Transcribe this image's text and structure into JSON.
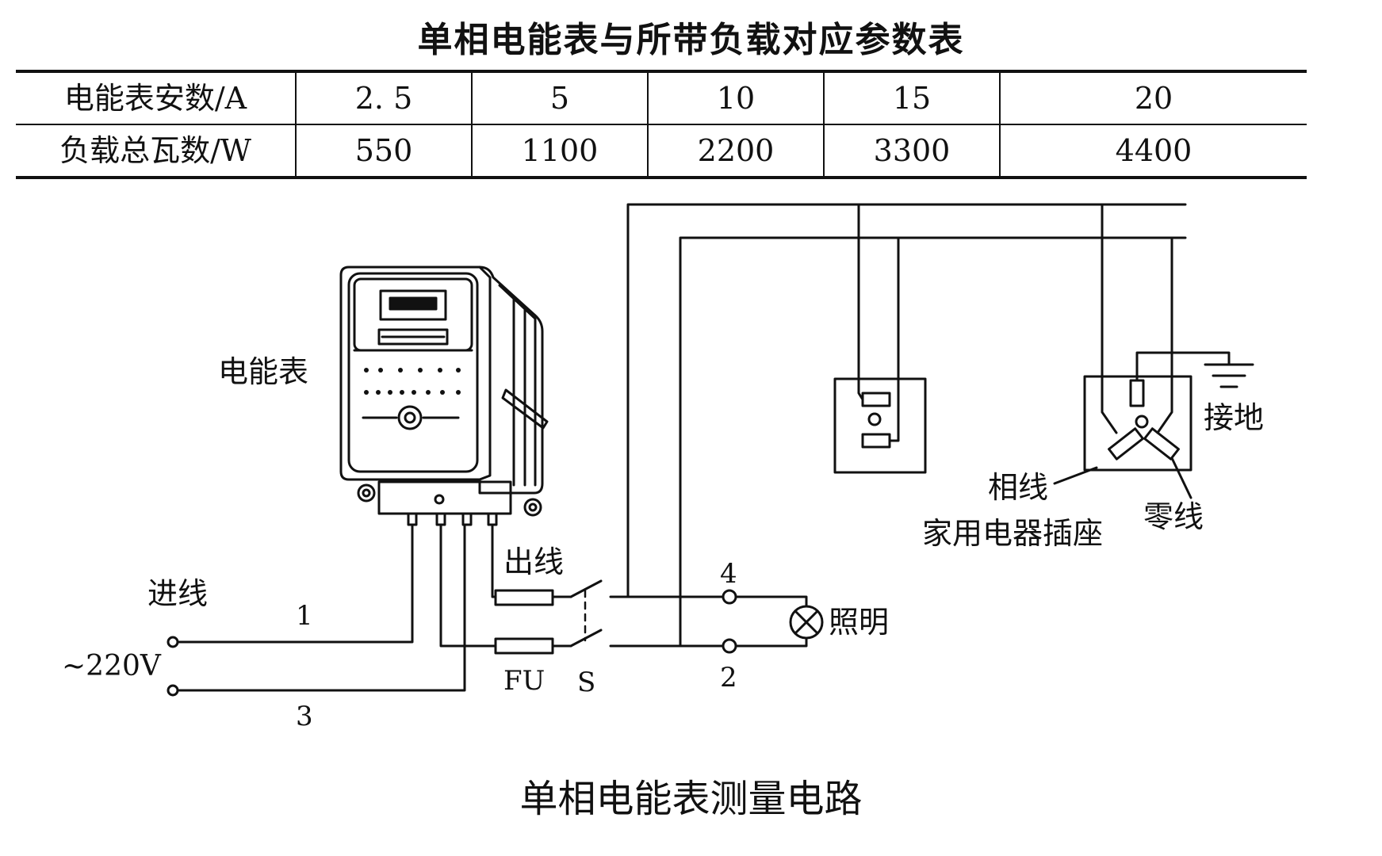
{
  "title": "单相电能表与所带负载对应参数表",
  "table": {
    "rows": [
      {
        "header": "电能表安数/A",
        "values": [
          "2. 5",
          "5",
          "10",
          "15",
          "20"
        ]
      },
      {
        "header": "负载总瓦数/W",
        "values": [
          "550",
          "1100",
          "2200",
          "3300",
          "4400"
        ]
      }
    ]
  },
  "diagram": {
    "meter_label": "电能表",
    "incoming_label": "进线",
    "voltage_label": "~220V",
    "terminal_1": "1",
    "terminal_3": "3",
    "outgoing_label": "出线",
    "fuse_label": "FU",
    "switch_label": "S",
    "node_4": "4",
    "node_2": "2",
    "lighting_label": "照明",
    "ground_label": "接地",
    "phase_label": "相线",
    "socket_label": "家用电器插座",
    "neutral_label": "零线"
  },
  "caption": "单相电能表测量电路"
}
